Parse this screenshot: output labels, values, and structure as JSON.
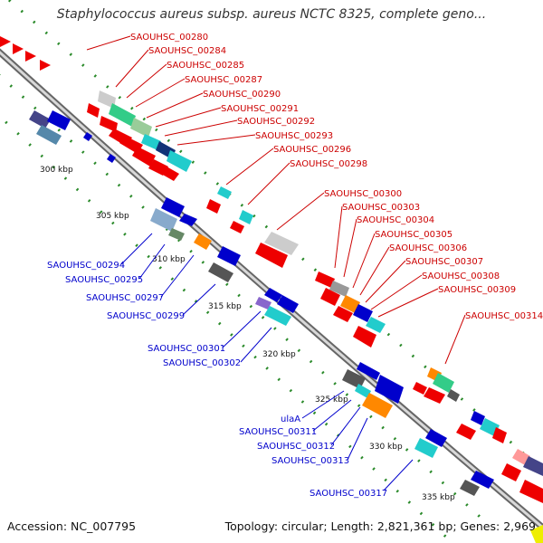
{
  "title": "Staphylococcus aureus subsp. aureus NCTC 8325, complete geno...",
  "footer": {
    "accession_label": "Accession:",
    "accession": "NC_007795",
    "topology_label": "Topology:",
    "topology": "circular",
    "length_label": "Length:",
    "length": "2,821,361 bp",
    "genes_label": "Genes:",
    "genes": "2,969"
  },
  "colors": {
    "upper_label": "#cc0000",
    "lower_label": "#0000cc",
    "backbone": "#8a8a8a",
    "tick": "#2a8a2a",
    "kbp_text": "#111111"
  },
  "kbp_ticks": [
    "300 kbp",
    "305 kbp",
    "310 kbp",
    "315 kbp",
    "320 kbp",
    "325 kbp",
    "330 kbp",
    "335 kbp"
  ],
  "upper_labels": [
    "SAOUHSC_00280",
    "SAOUHSC_00284",
    "SAOUHSC_00285",
    "SAOUHSC_00287",
    "SAOUHSC_00290",
    "SAOUHSC_00291",
    "SAOUHSC_00292",
    "SAOUHSC_00293",
    "SAOUHSC_00296",
    "SAOUHSC_00298",
    "SAOUHSC_00300",
    "SAOUHSC_00303",
    "SAOUHSC_00304",
    "SAOUHSC_00305",
    "SAOUHSC_00306",
    "SAOUHSC_00307",
    "SAOUHSC_00308",
    "SAOUHSC_00309",
    "SAOUHSC_00314"
  ],
  "lower_labels": [
    "SAOUHSC_00294",
    "SAOUHSC_00295",
    "SAOUHSC_00297",
    "SAOUHSC_00299",
    "SAOUHSC_00301",
    "SAOUHSC_00302",
    "ulaA",
    "SAOUHSC_00311",
    "SAOUHSC_00312",
    "SAOUHSC_00313",
    "SAOUHSC_00317"
  ]
}
